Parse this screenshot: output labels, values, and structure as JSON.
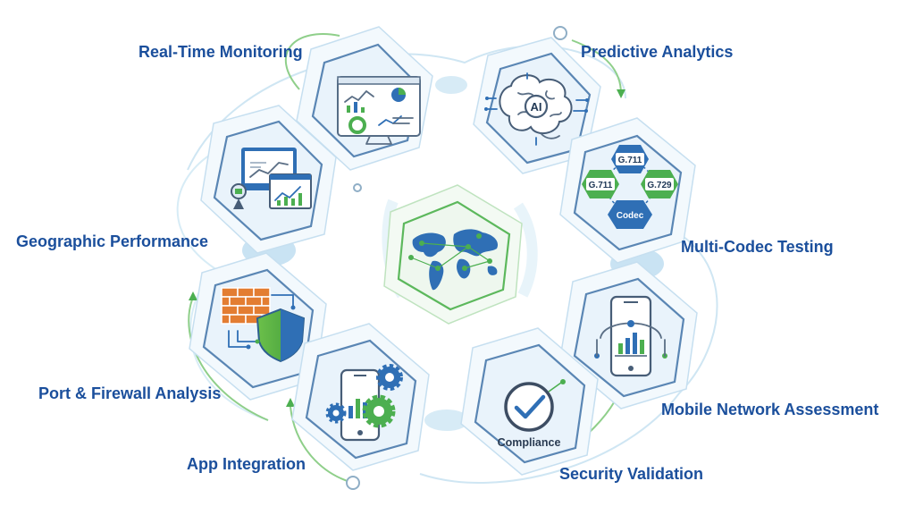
{
  "labels": {
    "real_time_monitoring": "Real-Time Monitoring",
    "predictive_analytics": "Predictive Analytics",
    "geographic_performance": "Geographic Performance",
    "multi_codec_testing": "Multi-Codec Testing",
    "port_firewall_analysis": "Port & Firewall Analysis",
    "mobile_network_assessment": "Mobile Network Assessment",
    "app_integration": "App Integration",
    "security_validation": "Security Validation"
  },
  "icon_text": {
    "ai": "AI",
    "codec_g711_top": "G.711",
    "codec_g711_left": "G.711",
    "codec_g729": "G.729",
    "codec_center": "Codec",
    "compliance": "Compliance"
  },
  "colors": {
    "label_text": "#1b4f9c",
    "accent_green": "#4caf50",
    "accent_blue": "#2f6fb5",
    "hex_border": "#5a86b4",
    "hex_fill": "#e9f3fb",
    "connector_blue": "#bcdcf0"
  },
  "icons": {
    "real_time_monitoring": "dashboard-monitor-icon",
    "predictive_analytics": "ai-brain-icon",
    "geographic_performance": "performance-charts-icon",
    "multi_codec_testing": "codec-network-icon",
    "center": "world-network-icon",
    "port_firewall_analysis": "firewall-shield-icon",
    "mobile_network_assessment": "mobile-signal-icon",
    "app_integration": "phone-gears-icon",
    "security_validation": "compliance-check-icon"
  }
}
